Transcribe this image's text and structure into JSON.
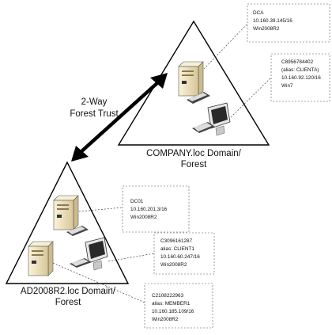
{
  "trust_label": [
    "2-Way",
    "Forest Trust"
  ],
  "domains": [
    {
      "id": "company",
      "name_lines": [
        "COMPANY.loc Domain/",
        "Forest"
      ],
      "machines": [
        {
          "id": "dca",
          "kind": "server",
          "lines": [
            "DCA",
            "10.160.39.145/16",
            "Win2008R2"
          ]
        },
        {
          "id": "clienta",
          "kind": "workstation",
          "lines": [
            "C8956784402",
            "(alias: CLIENTA)",
            "10.160.92.120/16",
            "Win7"
          ]
        }
      ]
    },
    {
      "id": "ad2008r2",
      "name_lines": [
        "AD2008R2.loc Domain/",
        "Forest"
      ],
      "machines": [
        {
          "id": "dc01",
          "kind": "server",
          "lines": [
            "DC01",
            "10.160.201.3/16",
            "Win2008R2"
          ]
        },
        {
          "id": "client1",
          "kind": "workstation",
          "lines": [
            "C3096161287",
            "alias: CLIENT1",
            "10.160.60.247/16",
            "Win2008R2"
          ]
        },
        {
          "id": "member1",
          "kind": "server",
          "lines": [
            "C2108222963",
            "alias: MEMBER1",
            "10.160.185.109/16",
            "Win2008R2"
          ]
        }
      ]
    }
  ],
  "colors": {
    "line": "#000000",
    "dash": "#444444",
    "server_body": "#f1e6c8",
    "server_shade": "#d9c9a0",
    "monitor": "#cfcfcf"
  }
}
